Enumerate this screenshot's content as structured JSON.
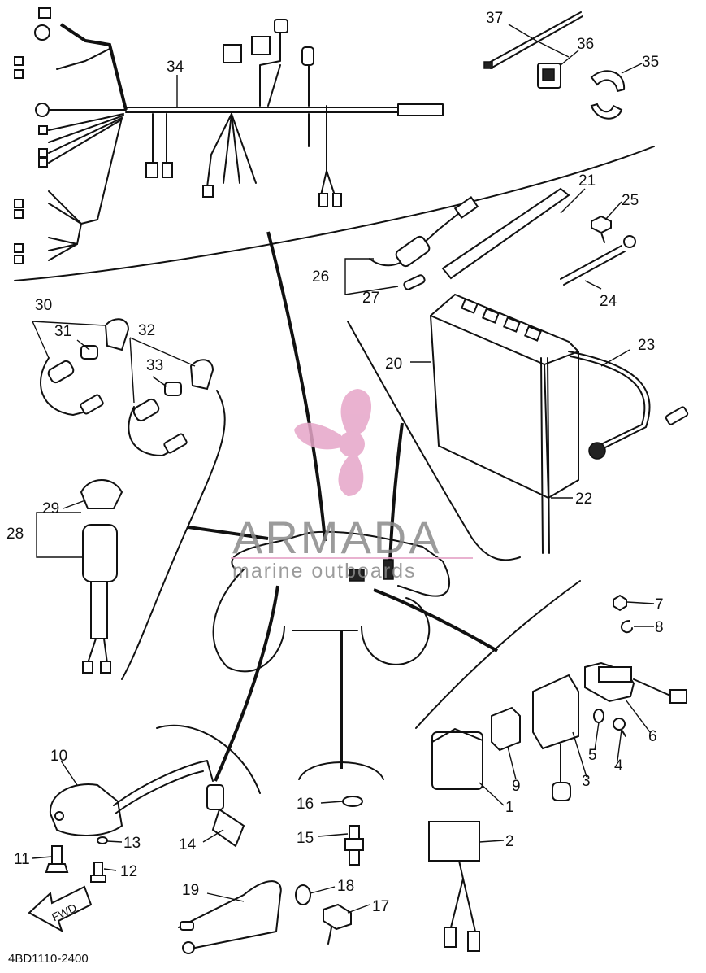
{
  "diagram": {
    "doc_code": "4BD1110-2400",
    "fwd_label": "FWD",
    "callouts": [
      "1",
      "2",
      "3",
      "4",
      "5",
      "6",
      "7",
      "8",
      "9",
      "10",
      "11",
      "12",
      "13",
      "14",
      "15",
      "16",
      "17",
      "18",
      "19",
      "20",
      "21",
      "22",
      "23",
      "24",
      "25",
      "26",
      "27",
      "28",
      "29",
      "30",
      "31",
      "32",
      "33",
      "34",
      "35",
      "36",
      "37"
    ]
  },
  "watermark": {
    "brand": "ARMADA",
    "tagline": "marine outboards",
    "accent_color": "#e6a5c8",
    "text_color": "#8a8a8a"
  }
}
